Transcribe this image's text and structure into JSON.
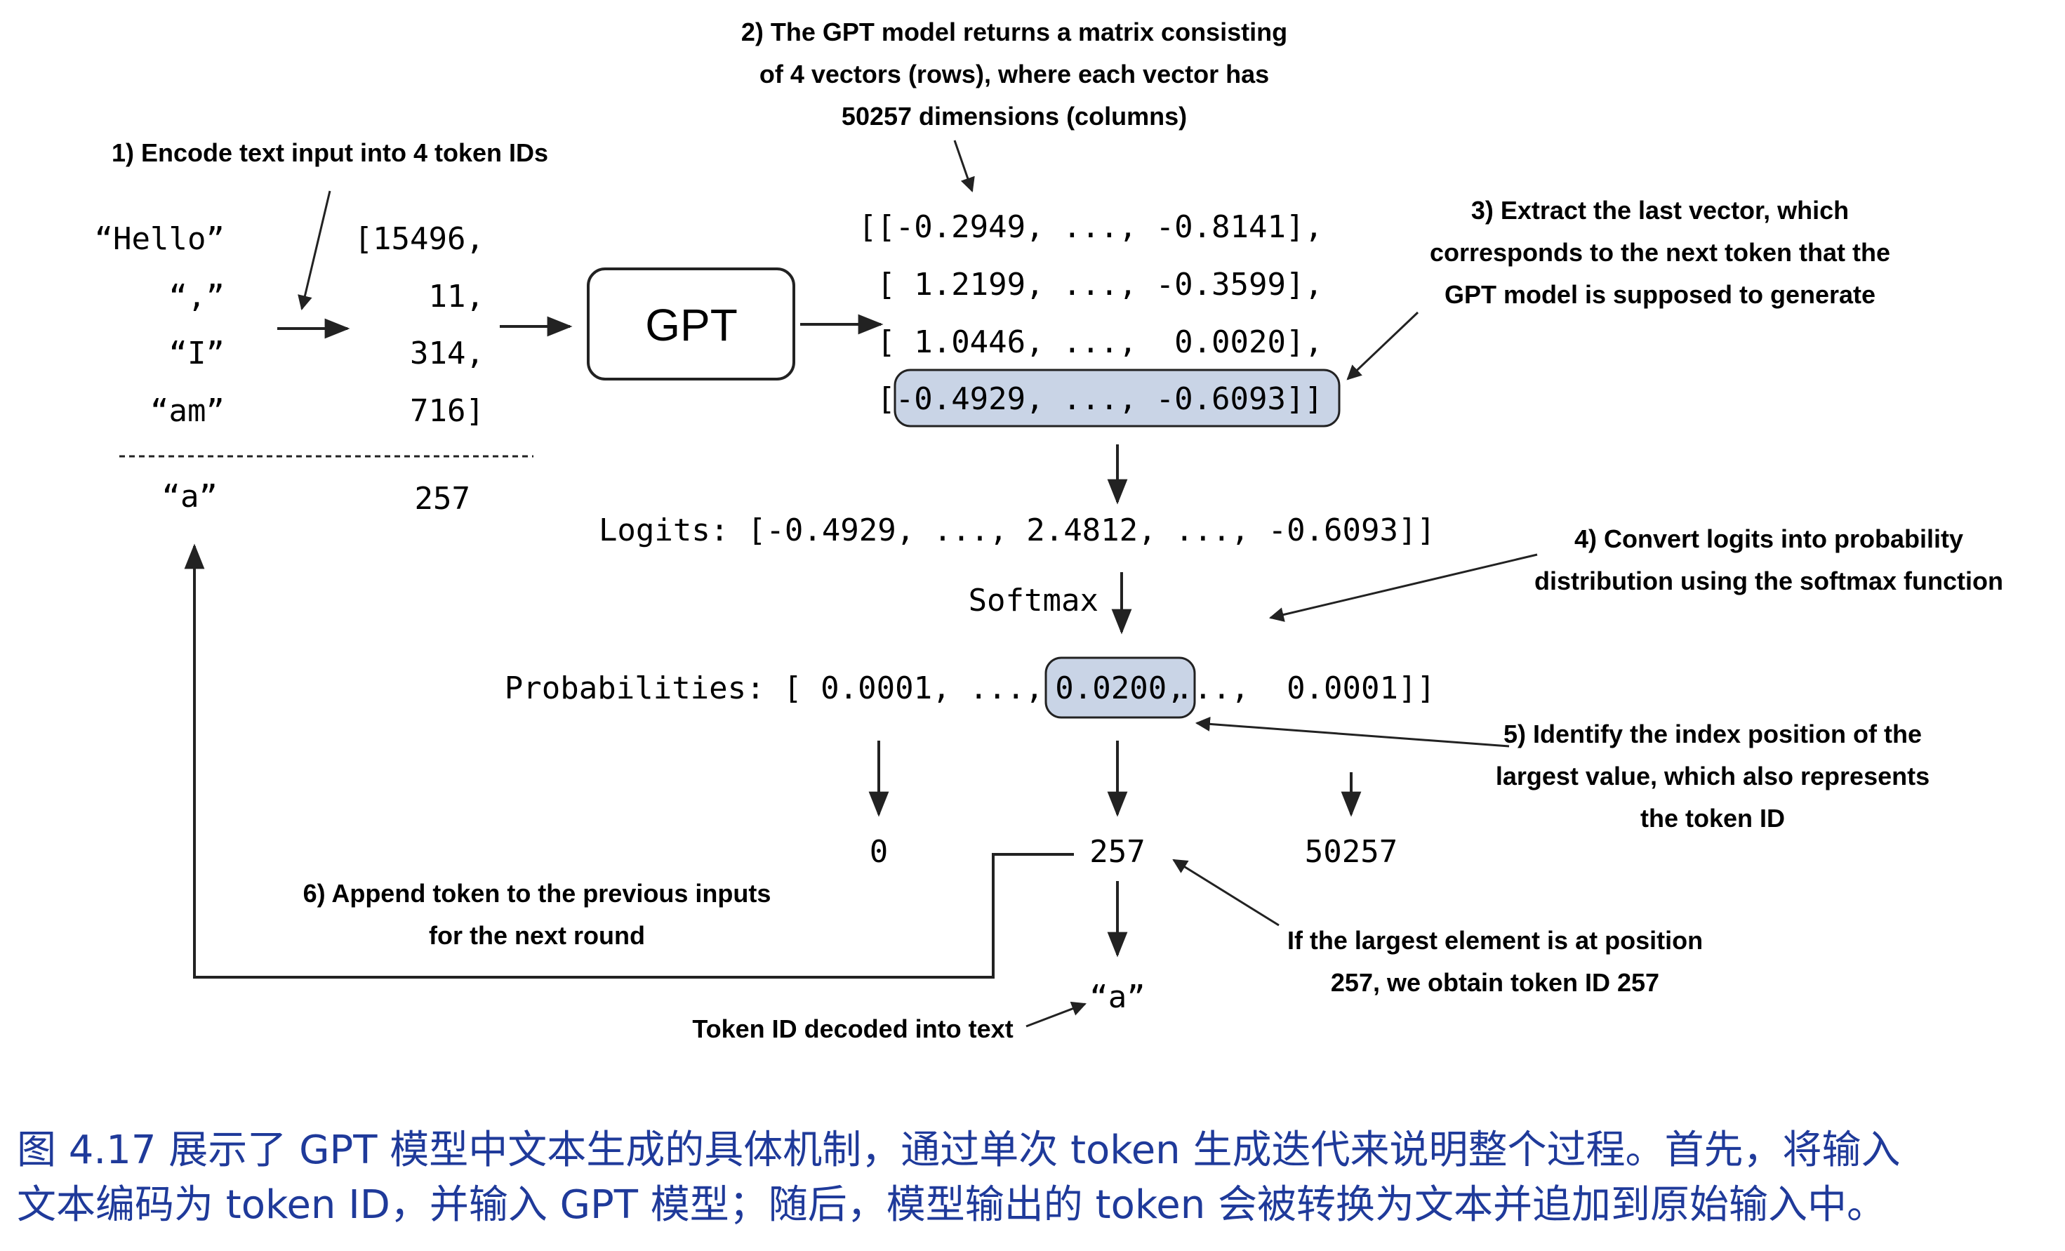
{
  "annotations": {
    "step1": "1) Encode text input into 4 token IDs",
    "step2_line1": "2) The GPT model returns a matrix consisting",
    "step2_line2": "of 4 vectors (rows), where each vector has",
    "step2_line3": "50257 dimensions (columns)",
    "step3_line1": "3) Extract the last vector, which",
    "step3_line2": "corresponds to the next token that the",
    "step3_line3": "GPT model is supposed to generate",
    "step4_line1": "4) Convert logits into probability",
    "step4_line2": "distribution using the softmax function",
    "step5_line1": "5) Identify the index position of the",
    "step5_line2": "largest value, which also represents",
    "step5_line3": "the token ID",
    "step6_line1": "6) Append token to the previous inputs",
    "step6_line2": "for the next round",
    "largest_line1": "If the largest element is at position",
    "largest_line2": "257, we obtain token ID 257",
    "decoded": "Token ID decoded into text"
  },
  "input_tokens": [
    {
      "text": "“Hello”",
      "id": "[15496,"
    },
    {
      "text": "“,”",
      "id": "11,"
    },
    {
      "text": "“I”",
      "id": "314,"
    },
    {
      "text": "“am”",
      "id": "716]"
    }
  ],
  "appended_token": {
    "text": "“a”",
    "id": "257"
  },
  "model_label": "GPT",
  "output_matrix": [
    "[[-0.2949, ..., -0.8141],",
    "[ 1.2199, ..., -0.3599],",
    "[ 1.0446, ...,  0.0020],",
    "[-0.4929, ..., -0.6093]]"
  ],
  "logits": "Logits: [-0.4929, ..., 2.4812, ..., -0.6093]]",
  "softmax_label": "Softmax",
  "probabilities": {
    "prefix": "Probabilities: [ 0.0001, ...,",
    "highlight": "0.0200,",
    "suffix": "...,  0.0001]]"
  },
  "indices": {
    "first": "0",
    "selected": "257",
    "last": "50257"
  },
  "decoded_token": "“a”",
  "caption": {
    "line1": "图 4.17 展示了 GPT 模型中文本生成的具体机制，通过单次 token 生成迭代来说明整个过程。首先，将输入",
    "line2": "文本编码为 token ID，并输入 GPT 模型；随后，模型输出的 token 会被转换为文本并追加到原始输入中。"
  },
  "colors": {
    "highlight_fill": "#c9d4e6",
    "stroke": "#222222",
    "caption_text": "#1f3a9a"
  }
}
